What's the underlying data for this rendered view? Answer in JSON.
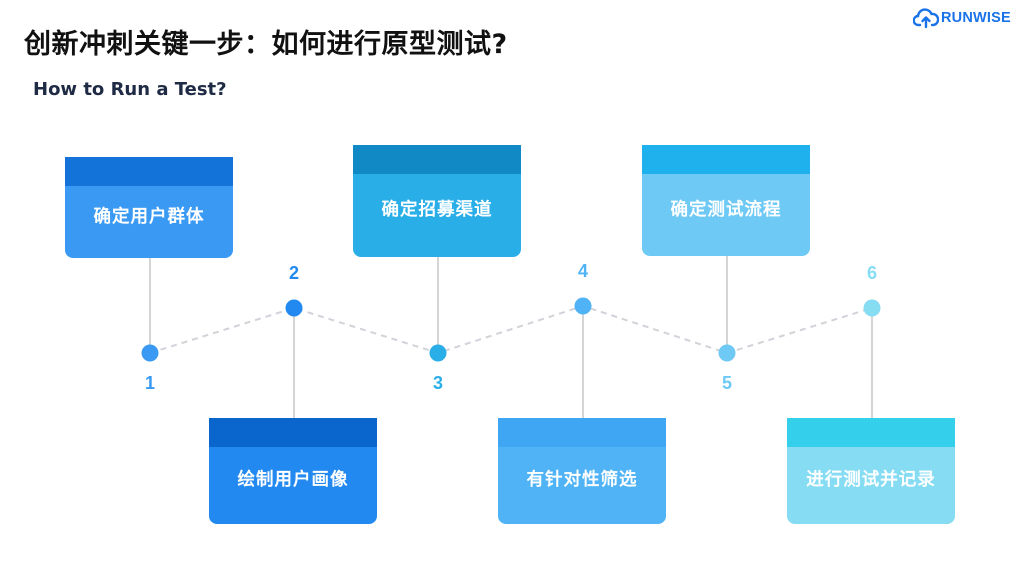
{
  "header": {
    "title": "创新冲刺关键一步：如何进行原型测试?",
    "subtitle": "How to Run a Test?",
    "logo_text": "RUNWISE"
  },
  "colors": {
    "logo": "#1a73e8",
    "connector": "#d5d5d5",
    "dash": "#d0d3d9"
  },
  "steps": [
    {
      "number": "1",
      "label": "确定用户群体",
      "color": "#3a9af3",
      "bar": "#1473d9",
      "text_color": "#3a9af3"
    },
    {
      "number": "2",
      "label": "绘制用户画像",
      "color": "#2289f1",
      "bar": "#0a66cc",
      "text_color": "#2289f1"
    },
    {
      "number": "3",
      "label": "确定招募渠道",
      "color": "#2aaee8",
      "bar": "#1189c4",
      "text_color": "#2aaee8"
    },
    {
      "number": "4",
      "label": "有针对性筛选",
      "color": "#4fb3f6",
      "bar": "#3ea6f2",
      "text_color": "#4fb3f6"
    },
    {
      "number": "5",
      "label": "确定测试流程",
      "color": "#6ec9f5",
      "bar": "#1fb1ee",
      "text_color": "#6ec9f5"
    },
    {
      "number": "6",
      "label": "进行测试并记录",
      "color": "#86dcf3",
      "bar": "#33cfeb",
      "text_color": "#86dcf3"
    }
  ]
}
